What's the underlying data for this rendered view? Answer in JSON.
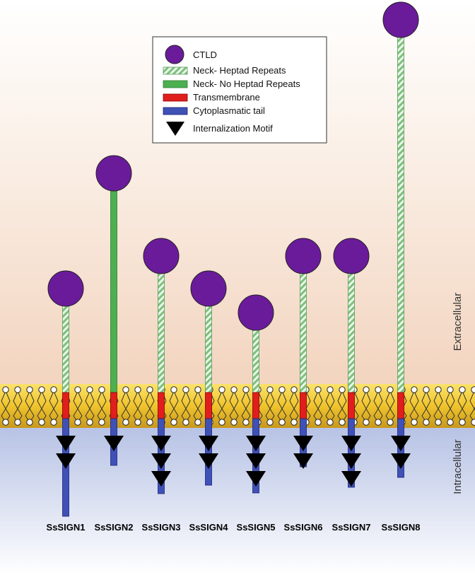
{
  "legend": {
    "ctld": "CTLD",
    "neck_heptad": "Neck- Heptad Repeats",
    "neck_no_heptad": "Neck- No Heptad Repeats",
    "transmembrane": "Transmembrane",
    "cyto_tail": "Cytoplasmatic tail",
    "internalization": "Internalization Motif"
  },
  "regions": {
    "extracellular": "Extracellular",
    "intracellular": "Intracellular"
  },
  "colors": {
    "ctld": "#6a1b9a",
    "neck_heptad": "#9ccc9c",
    "neck_no_heptad": "#4caf50",
    "transmembrane": "#e01e1e",
    "cyto_tail": "#3f51b5",
    "membrane": "#f2c832",
    "extracellular_bg": "#f3d5bf",
    "intracellular_bg": "#b8c2e4"
  },
  "proteins": [
    {
      "name": "SsSIGN1",
      "neck": "heptad",
      "motifs": 2
    },
    {
      "name": "SsSIGN2",
      "neck": "no-heptad",
      "motifs": 1
    },
    {
      "name": "SsSIGN3",
      "neck": "heptad",
      "motifs": 3
    },
    {
      "name": "SsSIGN4",
      "neck": "heptad",
      "motifs": 2
    },
    {
      "name": "SsSIGN5",
      "neck": "heptad",
      "motifs": 3
    },
    {
      "name": "SsSIGN6",
      "neck": "heptad",
      "motifs": 2
    },
    {
      "name": "SsSIGN7",
      "neck": "heptad",
      "motifs": 3
    },
    {
      "name": "SsSIGN8",
      "neck": "heptad",
      "motifs": 2
    }
  ]
}
